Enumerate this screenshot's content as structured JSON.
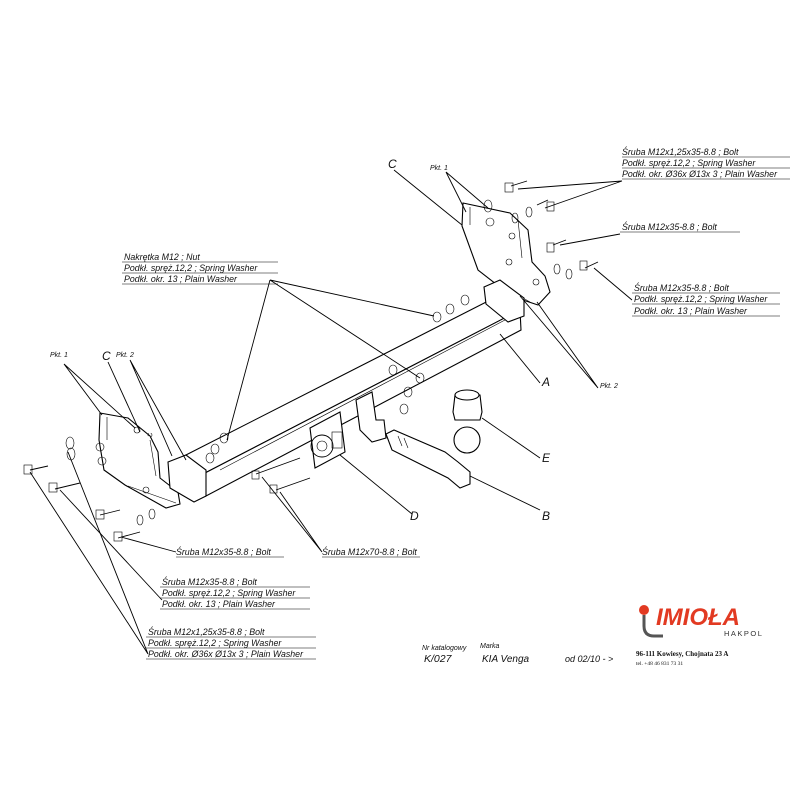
{
  "callouts": {
    "top_right_bolt": [
      "Śruba M12x1,25x35-8.8 ;  Bolt",
      "Podkł. spręż.12,2 ; Spring Washer",
      "Podkł. okr.  Ø36x Ø13x 3 ; Plain Washer"
    ],
    "right_bolt_single": [
      "Śruba M12x35-8.8 ;  Bolt"
    ],
    "right_bolt_set": [
      "Śruba M12x35-8.8 ;  Bolt",
      "Podkł. spręż.12,2 ; Spring Washer",
      "Podkł. okr. 13 ; Plain Washer"
    ],
    "nut_set": [
      "Nakrętka  M12 ; Nut",
      "Podkł. spręż.12,2 ; Spring Washer",
      "Podkł. okr. 13 ; Plain Washer"
    ],
    "bottom_bolt_single": [
      "Śruba M12x35-8.8 ;  Bolt"
    ],
    "bottom_bolt_m70": [
      "Śruba M12x70-8.8 ;  Bolt"
    ],
    "bottom_bolt_set": [
      "Śruba M12x35-8.8 ;  Bolt",
      "Podkł. spręż.12,2 ; Spring Washer",
      "Podkł. okr. 13 ; Plain Washer"
    ],
    "bottom_bolt_fine": [
      "Śruba M12x1,25x35-8.8 ;  Bolt",
      "Podkł. spręż.12,2 ; Spring Washer",
      "Podkł. okr.  Ø36x Ø13x 3 ; Plain Washer"
    ]
  },
  "part_letters": {
    "c_top": "C",
    "c_left": "C",
    "a": "A",
    "e": "E",
    "b": "B",
    "d": "D"
  },
  "points": {
    "pkt1_top": "Pkt. 1",
    "pkt1_left": "Pkt. 1",
    "pkt2_left": "Pkt. 2",
    "pkt2_right": "Pkt. 2"
  },
  "title_block": {
    "catalog_label": "Nr katalogowy",
    "catalog_value": "K/027",
    "brand_label": "Marka",
    "brand_value": "KIA Venga",
    "date_value": "od  02/10 - >"
  },
  "company": {
    "logo_name": "IMIOŁA",
    "logo_sub": "HAKPOL",
    "address": "96-111 Kowiesy, Chojnata 23 A",
    "phone": "tel. +48 46 831 73 31",
    "brand_color": "#e23a22"
  }
}
